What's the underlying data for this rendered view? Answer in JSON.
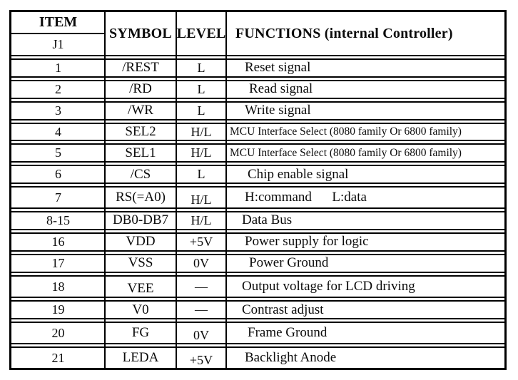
{
  "table": {
    "header": {
      "item": "ITEM",
      "item_sub": "J1",
      "symbol": "SYMBOL",
      "level": "LEVEL",
      "functions": "FUNCTIONS (internal Controller)"
    },
    "rows": [
      {
        "item": "1",
        "symbol": "/REST",
        "level": "L",
        "function": "Reset signal"
      },
      {
        "item": "2",
        "symbol": "/RD",
        "level": "L",
        "function": "Read signal"
      },
      {
        "item": "3",
        "symbol": "/WR",
        "level": "L",
        "function": "Write signal"
      },
      {
        "item": "4",
        "symbol": "SEL2",
        "level": "H/L",
        "function": "MCU Interface Select (8080 family Or 6800 family)"
      },
      {
        "item": "5",
        "symbol": "SEL1",
        "level": "H/L",
        "function": "MCU Interface Select (8080 family Or 6800 family)"
      },
      {
        "item": "6",
        "symbol": "/CS",
        "level": "L",
        "function": "Chip enable signal"
      },
      {
        "item": "7",
        "symbol": "RS(=A0)",
        "level": "H/L",
        "function": "H:command      L:data"
      },
      {
        "item": "8-15",
        "symbol": "DB0-DB7",
        "level": "H/L",
        "function": "Data Bus"
      },
      {
        "item": "16",
        "symbol": "VDD",
        "level": "+5V",
        "function": "Power supply for logic"
      },
      {
        "item": "17",
        "symbol": "VSS",
        "level": "0V",
        "function": "Power Ground"
      },
      {
        "item": "18",
        "symbol": "VEE",
        "level": "—",
        "function": "Output voltage for LCD driving"
      },
      {
        "item": "19",
        "symbol": "V0",
        "level": "—",
        "function": "Contrast adjust"
      },
      {
        "item": "20",
        "symbol": "FG",
        "level": "0V",
        "function": "Frame Ground"
      },
      {
        "item": "21",
        "symbol": "LEDA",
        "level": "+5V",
        "function": "Backlight Anode"
      }
    ],
    "colors": {
      "border": "#000000",
      "background": "#ffffff",
      "text": "#0b0b0b"
    }
  }
}
